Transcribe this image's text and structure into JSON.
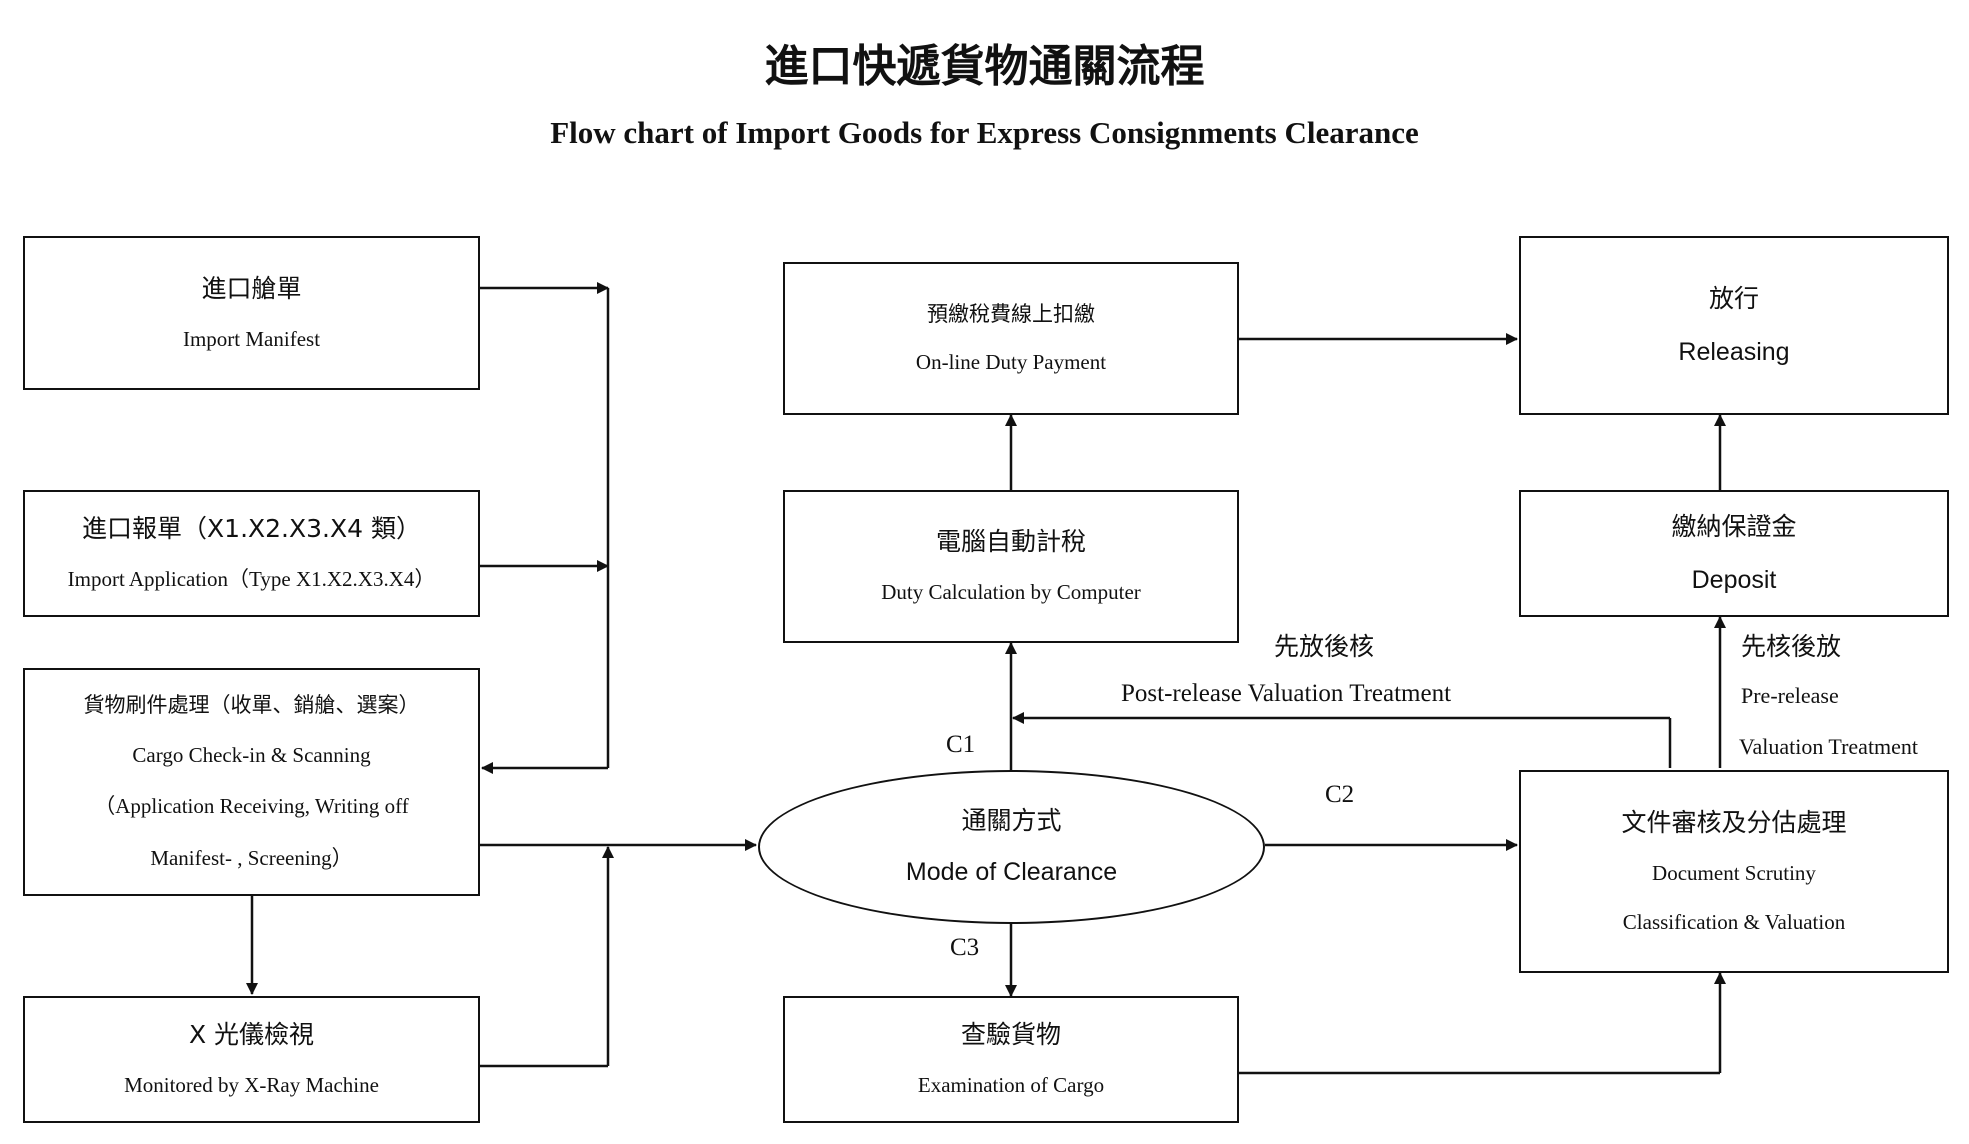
{
  "title": {
    "zh": "進口快遞貨物通關流程",
    "en": "Flow chart of Import Goods for Express Consignments Clearance"
  },
  "nodes": {
    "import_manifest": {
      "zh": "進口艙單",
      "en": "Import Manifest"
    },
    "import_application": {
      "zh": "進口報單（X1.X2.X3.X4 類）",
      "en": "Import Application（Type X1.X2.X3.X4）"
    },
    "cargo_checkin": {
      "zh": "貨物刷件處理（收單、銷艙、選案）",
      "en_lines": [
        "Cargo Check-in & Scanning",
        "（Application Receiving, Writing off",
        "Manifest- , Screening）"
      ]
    },
    "xray": {
      "zh": "X 光儀檢視",
      "en": "Monitored by X-Ray Machine"
    },
    "online_payment": {
      "zh": "預繳稅費線上扣繳",
      "en": "On-line Duty Payment"
    },
    "duty_calc": {
      "zh": "電腦自動計稅",
      "en": "Duty Calculation by Computer"
    },
    "mode": {
      "zh": "通關方式",
      "en": "Mode of Clearance"
    },
    "examination": {
      "zh": "查驗貨物",
      "en": "Examination of Cargo"
    },
    "releasing": {
      "zh": "放行",
      "en": "Releasing"
    },
    "deposit": {
      "zh": "繳納保證金",
      "en": "Deposit"
    },
    "doc_scrutiny": {
      "zh": "文件審核及分估處理",
      "en_lines": [
        "Document Scrutiny",
        "Classification & Valuation"
      ]
    }
  },
  "edge_labels": {
    "c1": "C1",
    "c2": "C2",
    "c3": "C3",
    "post_release": {
      "zh": "先放後核",
      "en": "Post-release Valuation Treatment"
    },
    "pre_release": {
      "zh": "先核後放",
      "en_lines": [
        "Pre-release",
        "Valuation Treatment"
      ]
    }
  },
  "colors": {
    "line": "#111111",
    "background": "#ffffff",
    "text": "#111111"
  }
}
